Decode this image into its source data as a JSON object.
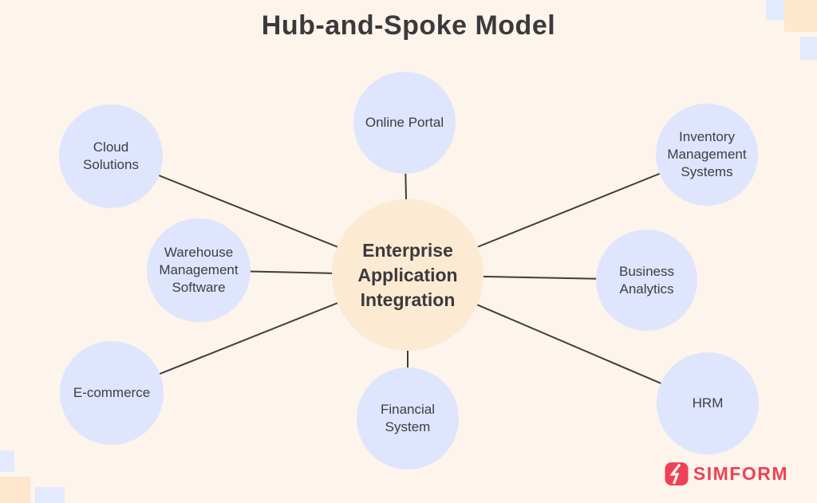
{
  "title": "Hub-and-Spoke Model",
  "diagram": {
    "hub": {
      "label": "Enterprise Application Integration"
    },
    "spokes": [
      {
        "id": "cloud-solutions",
        "label": "Cloud Solutions"
      },
      {
        "id": "online-portal",
        "label": "Online Portal"
      },
      {
        "id": "inventory-management-systems",
        "label": "Inventory Management Systems"
      },
      {
        "id": "warehouse-management-software",
        "label": "Warehouse Management Software"
      },
      {
        "id": "business-analytics",
        "label": "Business Analytics"
      },
      {
        "id": "e-commerce",
        "label": "E-commerce"
      },
      {
        "id": "financial-system",
        "label": "Financial System"
      },
      {
        "id": "hrm",
        "label": "HRM"
      }
    ]
  },
  "branding": {
    "logo_text": "SIMFORM"
  },
  "colors": {
    "background": "#fdf4ec",
    "hub_fill": "#fcebd2",
    "spoke_fill": "#dee5fc",
    "line": "#3d3d3d",
    "text": "#3a3a3c",
    "logo": "#ee4156",
    "decoration_peach": "#fde8cd",
    "decoration_lavender": "#e3eafd"
  }
}
